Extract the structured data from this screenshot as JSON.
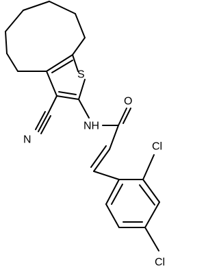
{
  "molecule": {
    "atoms": {
      "N_nitrile": "N",
      "S_thiophene": "S",
      "NH_amide": "NH",
      "O_carbonyl": "O",
      "Cl_2": "Cl",
      "Cl_4": "Cl"
    }
  }
}
